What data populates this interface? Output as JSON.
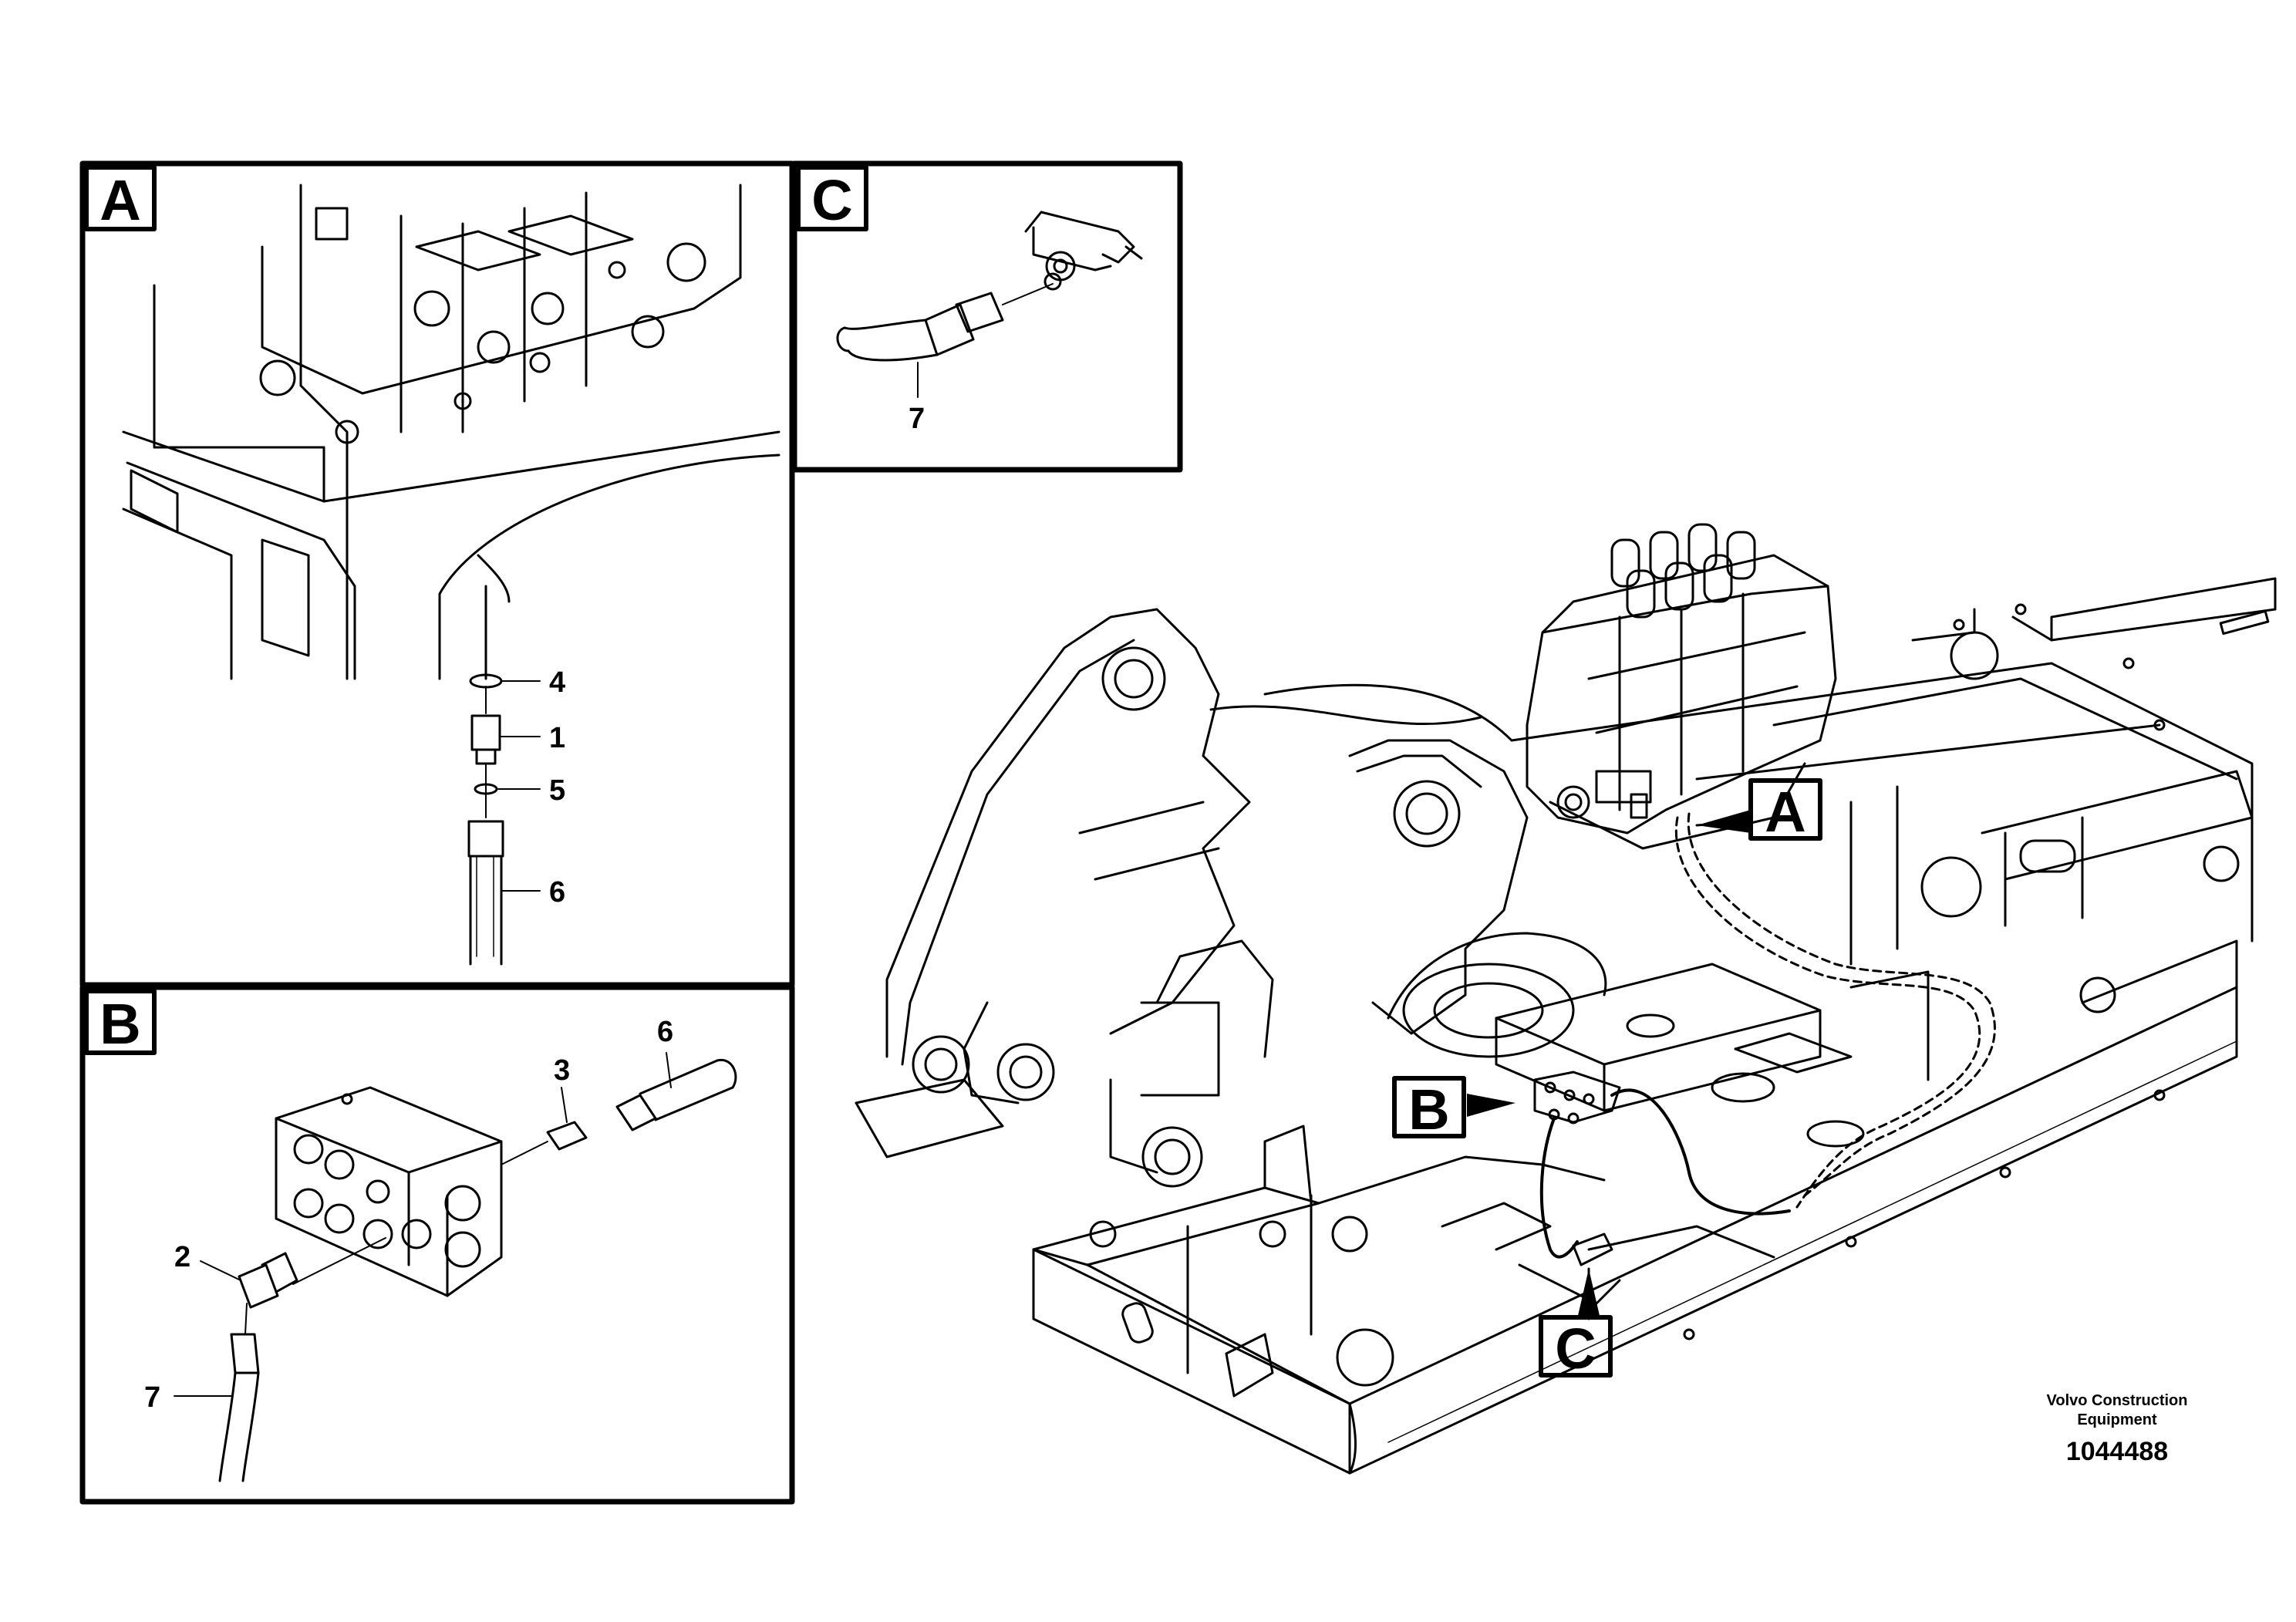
{
  "detail_boxes": {
    "a": {
      "letter": "A"
    },
    "b": {
      "letter": "B"
    },
    "c": {
      "letter": "C"
    }
  },
  "part_numbers": {
    "a": [
      "4",
      "1",
      "5",
      "6"
    ],
    "b": [
      "3",
      "6",
      "2",
      "7"
    ],
    "c": [
      "7"
    ]
  },
  "overview_callouts": [
    "A",
    "B",
    "C"
  ],
  "footer": {
    "brand_line1": "Volvo Construction",
    "brand_line2": "Equipment",
    "drawing_number": "1044488"
  },
  "colors": {
    "line": "#000000",
    "background": "#ffffff"
  }
}
